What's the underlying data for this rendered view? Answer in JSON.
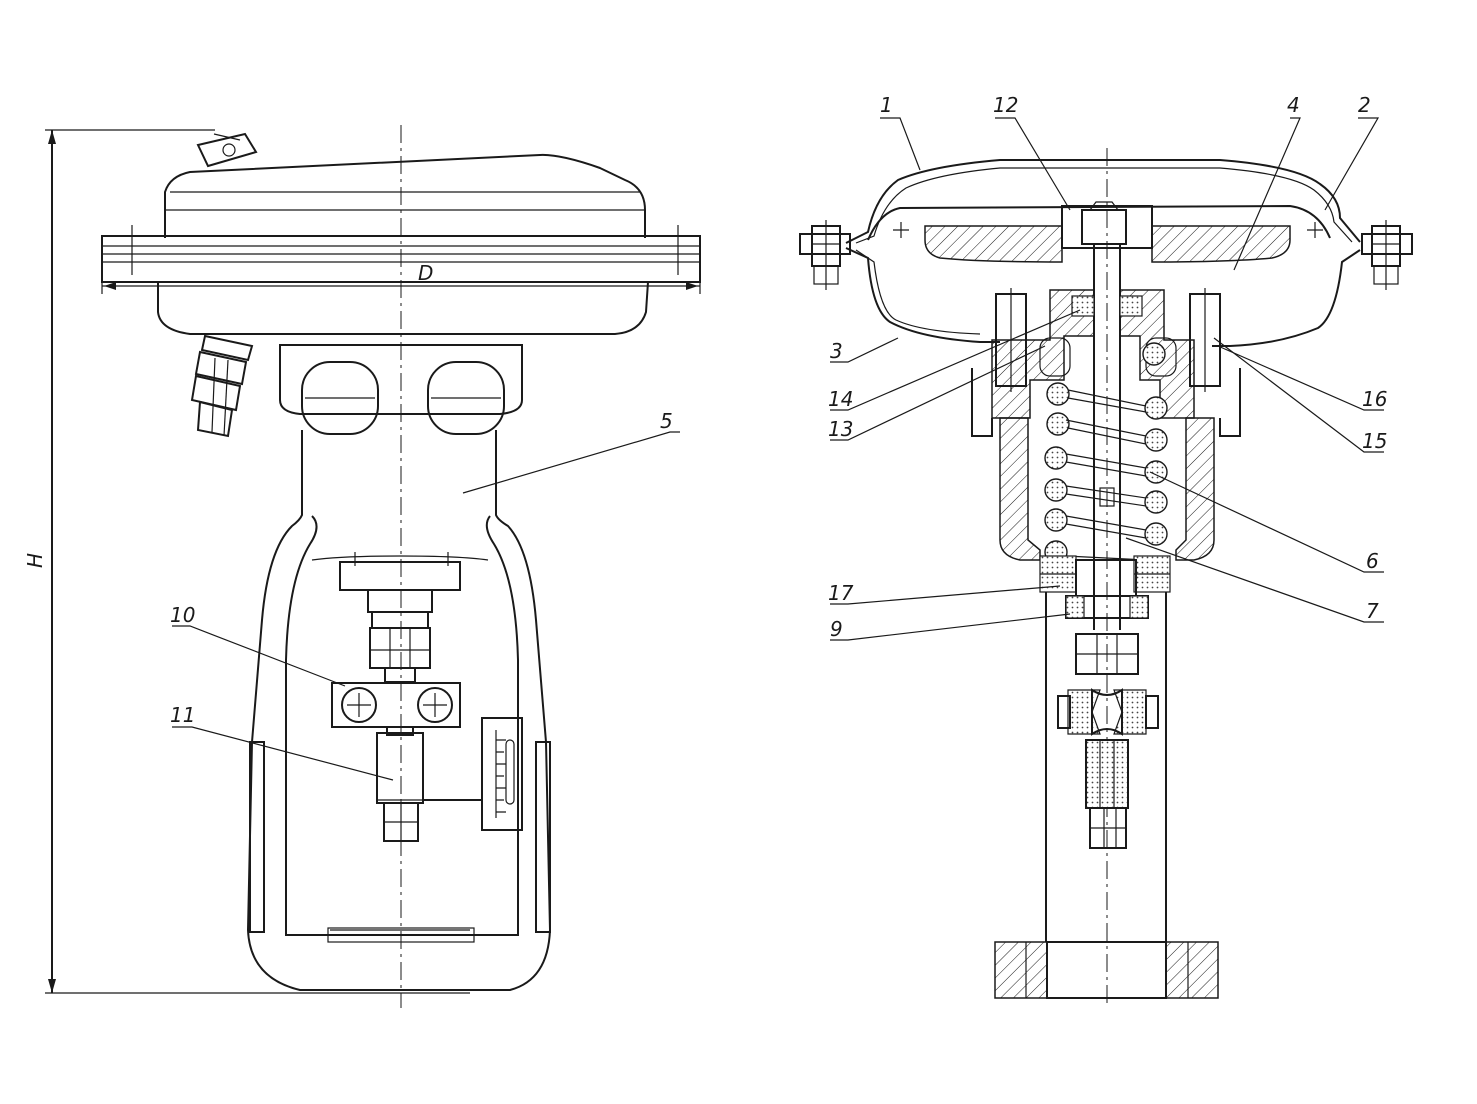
{
  "general_view": {
    "dimension_labels": {
      "height": "H",
      "diameter": "D"
    },
    "part_labels": {
      "p5": "5",
      "p10": "10",
      "p11": "11"
    }
  },
  "section_view": {
    "part_labels": {
      "p1": "1",
      "p2": "2",
      "p3": "3",
      "p4": "4",
      "p6": "6",
      "p7": "7",
      "p9": "9",
      "p12": "12",
      "p13": "13",
      "p14": "14",
      "p15": "15",
      "p16": "16",
      "p17": "17"
    }
  }
}
